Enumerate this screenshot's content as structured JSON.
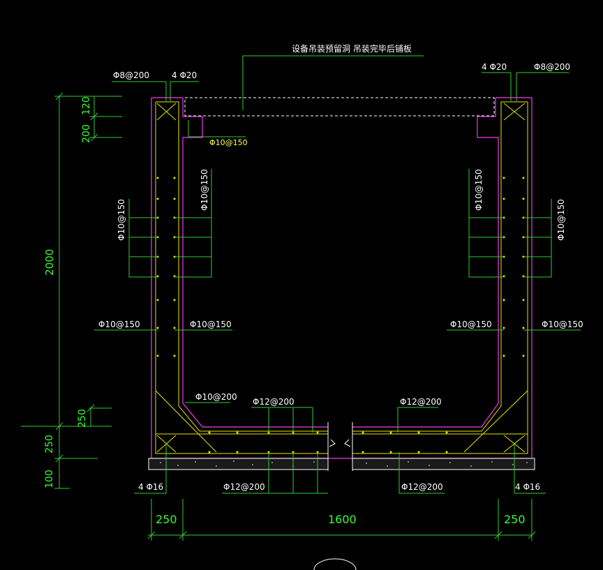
{
  "drawing": {
    "top_note": "设备吊装预留洞 吊装完毕后铺板",
    "rebar_labels": {
      "top_left_stirrup": "Φ8@200",
      "top_left_bars": "4 Φ20",
      "top_right_bars": "4 Φ20",
      "top_right_stirrup": "Φ8@200",
      "haunch_top": "Φ10@150",
      "left_outer_vertical": "Φ10@150",
      "left_inner_vertical": "Φ10@150",
      "right_inner_vertical": "Φ10@150",
      "right_outer_vertical": "Φ10@150",
      "left_outer_horizontal": "Φ10@150",
      "left_inner_horizontal": "Φ10@150",
      "right_inner_horizontal": "Φ10@150",
      "right_outer_horizontal": "Φ10@150",
      "bottom_haunch": "Φ10@200",
      "slab_top_left": "Φ12@200",
      "slab_top_right": "Φ12@200",
      "slab_bottom_left": "Φ12@200",
      "slab_bottom_right": "Φ12@200",
      "corner_left": "4 Φ16",
      "corner_right": "4 Φ16"
    },
    "dimensions": {
      "left_120": "120",
      "left_200": "200",
      "left_2000": "2000",
      "left_250a": "250",
      "left_250b": "250",
      "left_100": "100",
      "bottom_250_left": "250",
      "bottom_1600": "1600",
      "bottom_250_right": "250"
    }
  },
  "colors": {
    "background": "#000000",
    "dimension_green": "#33cc33",
    "rebar_yellow": "#e6e600",
    "concrete_magenta": "#cc33cc",
    "text_white": "#ffffff"
  }
}
